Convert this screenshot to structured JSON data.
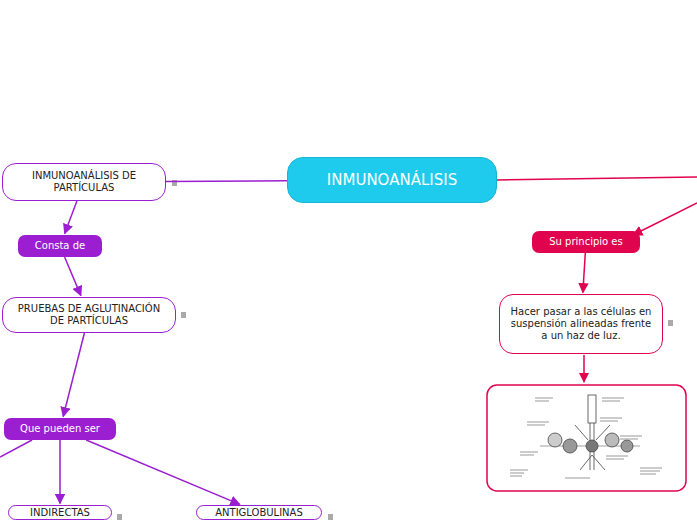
{
  "diagram": {
    "nodes": [
      {
        "text": [
          "INMUNOANÁLISIS"
        ]
      },
      {
        "text": [
          "INMUNOANÁLISIS DE PARTÍCULAS"
        ]
      },
      {
        "text": [
          "Consta de"
        ]
      },
      {
        "text": [
          "PRUEBAS DE AGLUTINACIÓN DE PARTÍCULAS"
        ]
      },
      {
        "text": [
          "Que pueden ser"
        ]
      },
      {
        "text": [
          "INDIRECTAS"
        ]
      },
      {
        "text": [
          "ANTIGLOBULINAS"
        ]
      },
      {
        "text": [
          "Su principio es"
        ]
      },
      {
        "text": [
          "Hacer pasar a las células en suspensión alineadas frente a un haz de luz."
        ]
      }
    ],
    "edges": [
      {
        "from": 0,
        "to": 1,
        "arrow": "none"
      },
      {
        "from": 1,
        "to": 2,
        "arrow": "to"
      },
      {
        "from": 2,
        "to": 3,
        "arrow": "to"
      },
      {
        "from": 3,
        "to": 4,
        "arrow": "to"
      },
      {
        "from": 4,
        "to": 5,
        "arrow": "to"
      },
      {
        "from": 4,
        "to": 6,
        "arrow": "to"
      },
      {
        "from": 7,
        "to": 8,
        "arrow": "to"
      }
    ]
  }
}
